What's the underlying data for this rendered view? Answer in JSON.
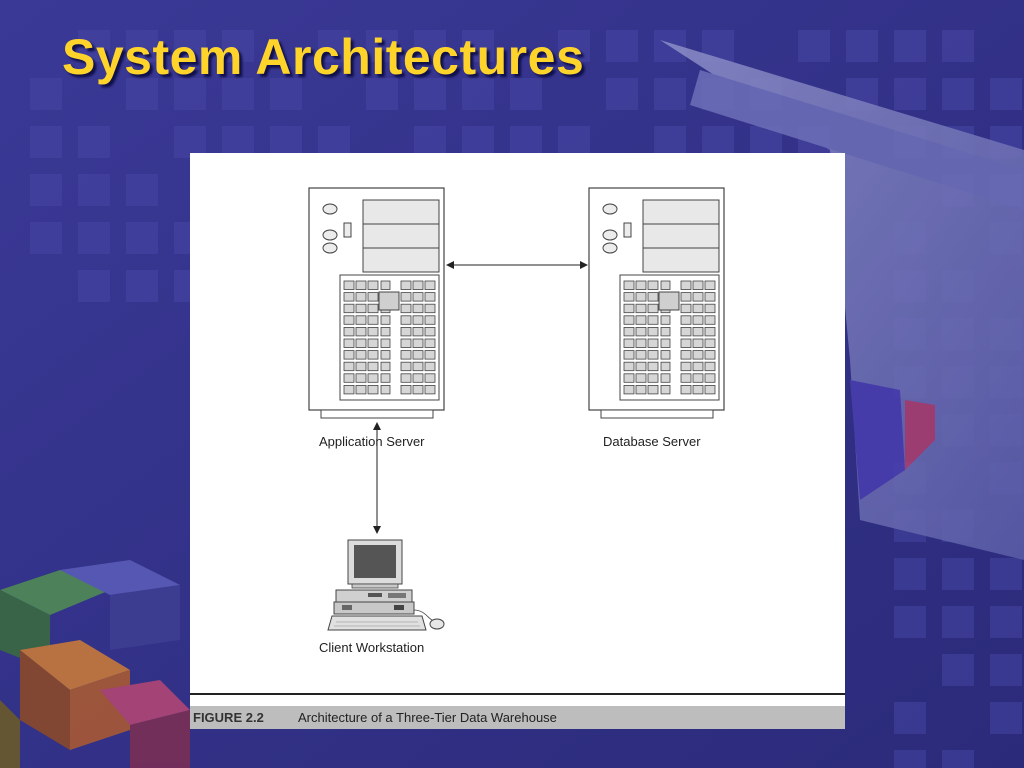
{
  "slide": {
    "title": "System Architectures"
  },
  "figure": {
    "nodes": {
      "application_server": "Application Server",
      "database_server": "Database Server",
      "client_workstation": "Client Workstation"
    },
    "caption_number": "FIGURE 2.2",
    "caption_text": "Architecture of a Three-Tier Data Warehouse"
  },
  "colors": {
    "background": "#33318a",
    "title": "#ffd42a",
    "caption_bar": "#bdbdbd"
  }
}
